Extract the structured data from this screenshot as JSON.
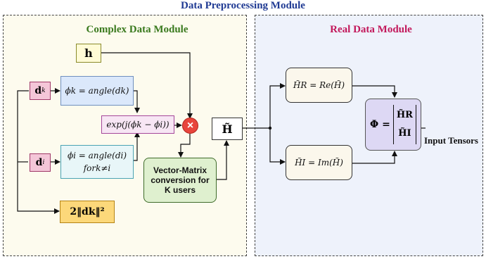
{
  "title": "Data Preprocessing Module",
  "left_panel": {
    "title": "Complex Data Module",
    "h_label": "h",
    "dk_label": "d",
    "dk_sub": "k",
    "di_label": "d",
    "di_sub": "i",
    "phi_k": "ϕk = angle(dk)",
    "phi_i_line1": "ϕi = angle(di)",
    "phi_i_line2": "fork≠i",
    "exp_expr": "exp(j(ϕk − ϕi))",
    "norm_expr": "2‖dk‖²",
    "vector_matrix": "Vector-Matrix conversion for K users",
    "multiply_symbol": "×",
    "h_tilde": "H̃"
  },
  "right_panel": {
    "title": "Real Data Module",
    "real_part": "H̃R = Re(H̃)",
    "imag_part": "H̃I = Im(H̃)",
    "phi_lhs": "Φ =",
    "phi_top": "H̃R",
    "phi_bottom": "H̃I",
    "output_label": "Input Tensors"
  },
  "colors": {
    "title_blue": "#1f3a93",
    "left_title_green": "#3a7a1e",
    "right_title_magenta": "#c2185b",
    "d_box_fill": "#f4c6d8",
    "h_box_fill": "#fffbd6",
    "phi_box_fill": "#dbe8fb",
    "exp_box_fill": "#f7e6f4",
    "norm_box_fill": "#fcd87a",
    "vector_box_fill": "#dff0cf",
    "mult_fill": "#e8453c",
    "real_box_fill": "#fbf7ec",
    "phi_out_fill": "#ddd8f4"
  }
}
